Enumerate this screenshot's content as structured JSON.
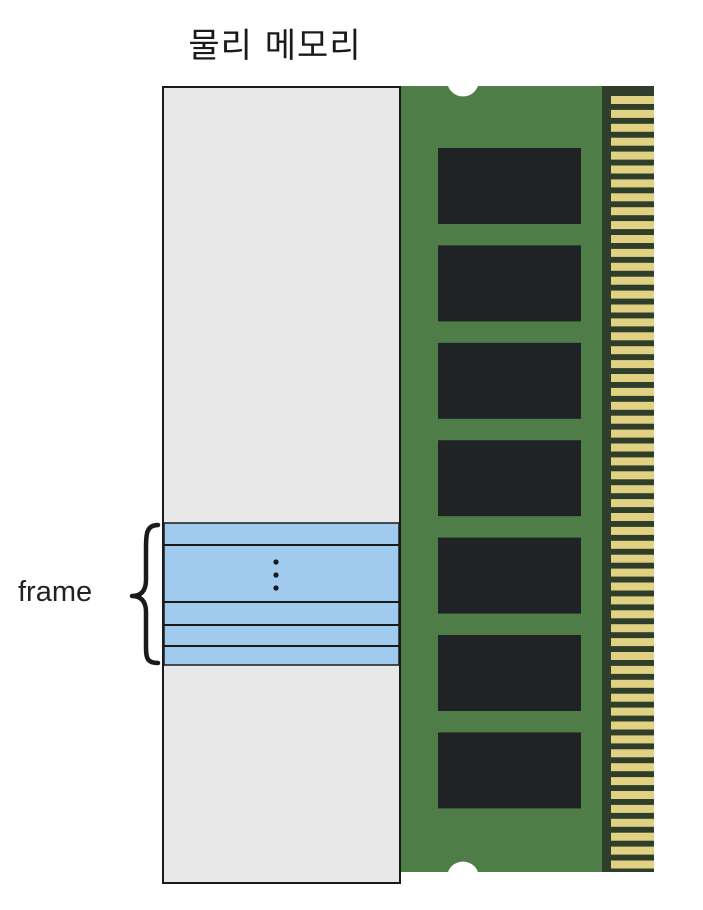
{
  "title": "물리 메모리",
  "frame_label": "frame",
  "icons": {
    "ram": "ram-module-icon",
    "brace": "left-curly-brace",
    "ellipsis": "vertical-ellipsis"
  },
  "colors": {
    "memory_fill": "#e8e8e8",
    "frame_fill": "#a0cbee",
    "pcb_green": "#4f7d47",
    "chip": "#1f2326",
    "contact": "#e0d282",
    "contact_strip": "#2f3d2b",
    "outline": "#1a1a1a"
  }
}
